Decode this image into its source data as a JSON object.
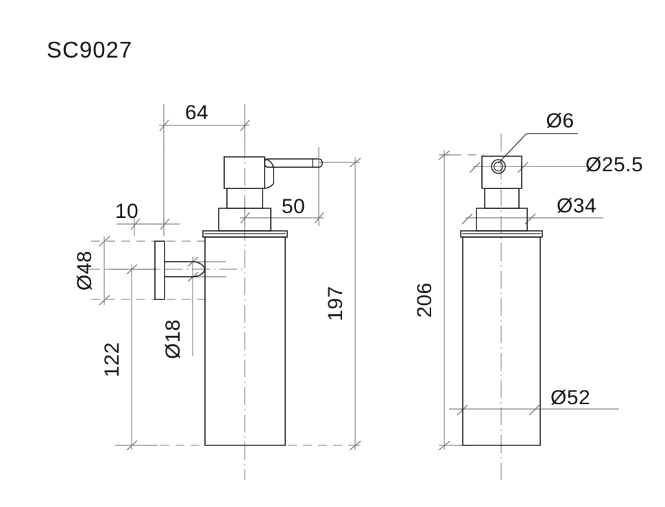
{
  "page": {
    "title": "SC9027",
    "background_color": "#ffffff",
    "line_color": "#1a1a1a",
    "dimension_color": "#808080",
    "text_color": "#111111"
  },
  "drawing": {
    "subject": "wall mounted soap dispenser",
    "views": [
      {
        "name": "side-elevation",
        "position": "left"
      },
      {
        "name": "front-elevation",
        "position": "right"
      }
    ]
  },
  "dimensions": {
    "side_view": {
      "width_overall": "64",
      "wall_plate_thickness": "10",
      "pump_head_width": "50",
      "wall_plate_diameter": "Ø48",
      "arm_diameter": "Ø18",
      "mount_height": "122",
      "height_overall": "197"
    },
    "front_view": {
      "nozzle_hole_diameter": "Ø6",
      "pump_collar_diameter": "Ø25.5",
      "pump_base_diameter": "Ø34",
      "height_overall": "206",
      "body_diameter": "Ø52"
    }
  },
  "labels": {
    "d64": "64",
    "d10": "10",
    "d50": "50",
    "d48": "Ø48",
    "d18": "Ø18",
    "d122": "122",
    "d197": "197",
    "d6": "Ø6",
    "d255": "Ø25.5",
    "d34": "Ø34",
    "d206": "206",
    "d52": "Ø52"
  }
}
